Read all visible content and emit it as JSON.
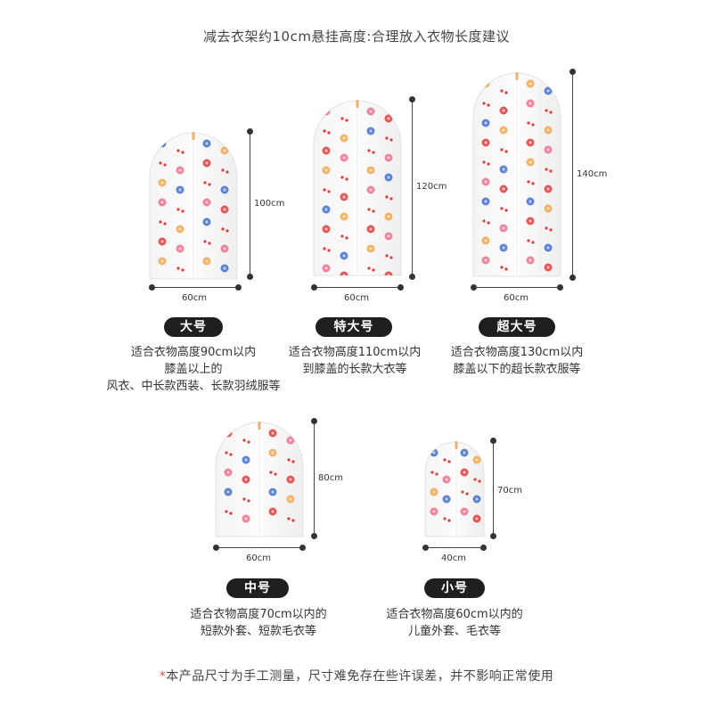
{
  "header": {
    "title": "减去衣架约10cm悬挂高度:合理放入衣物长度建议"
  },
  "sizes": [
    {
      "name": "大号",
      "width": "60cm",
      "height": "100cm",
      "desc": [
        "适合衣物高度90cm以内",
        "膝盖以上的",
        "风衣、中长款西装、长款羽绒服等"
      ]
    },
    {
      "name": "特大号",
      "width": "60cm",
      "height": "120cm",
      "desc": [
        "适合衣物高度110cm以内",
        "到膝盖的长款大衣等"
      ]
    },
    {
      "name": "超大号",
      "width": "60cm",
      "height": "140cm",
      "desc": [
        "适合衣物高度130cm以内",
        "膝盖以下的超长款衣服等"
      ]
    },
    {
      "name": "中号",
      "width": "60cm",
      "height": "80cm",
      "desc": [
        "适合衣物高度70cm以内的",
        "短款外套、短款毛衣等"
      ]
    },
    {
      "name": "小号",
      "width": "40cm",
      "height": "70cm",
      "desc": [
        "适合衣物高度60cm以内的",
        "儿童外套、毛衣等"
      ]
    }
  ],
  "footer": {
    "star": "*",
    "note": "本产品尺寸为手工测量，尺寸难免存在些许误差，并不影响正常使用"
  },
  "colors": {
    "pill_bg": "#1f1f1f",
    "pattern_blue": "#3f6fd0",
    "pattern_pink": "#ee6f8c",
    "pattern_orange": "#f2a64a",
    "pattern_red": "#e23b3b"
  }
}
